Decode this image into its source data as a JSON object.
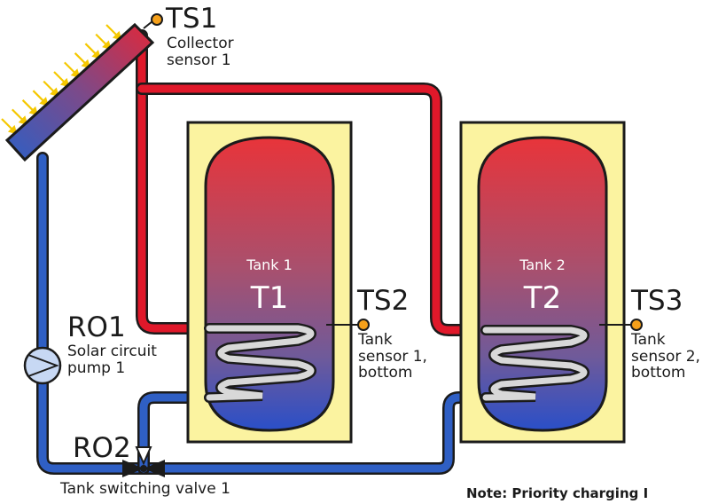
{
  "labels": {
    "ts1": "TS1",
    "ts1_desc": "Collector\nsensor 1",
    "ts2": "TS2",
    "ts2_desc": "Tank\nsensor 1,\nbottom",
    "ts3": "TS3",
    "ts3_desc": "Tank\nsensor 2,\nbottom",
    "ro1": "RO1",
    "ro1_desc": "Solar circuit\npump 1",
    "ro2": "RO2",
    "ro2_desc": "Tank switching valve 1"
  },
  "tanks": [
    {
      "name": "Tank 1",
      "id": "T1"
    },
    {
      "name": "Tank 2",
      "id": "T2"
    }
  ],
  "note": "Note: Priority charging I",
  "colors": {
    "hot_pipe": "#e0182a",
    "cold_pipe": "#2f5fc4",
    "tank_casing": "#fbf3a0",
    "sensor": "#f5a01a",
    "sun_rays": "#f5c800"
  }
}
